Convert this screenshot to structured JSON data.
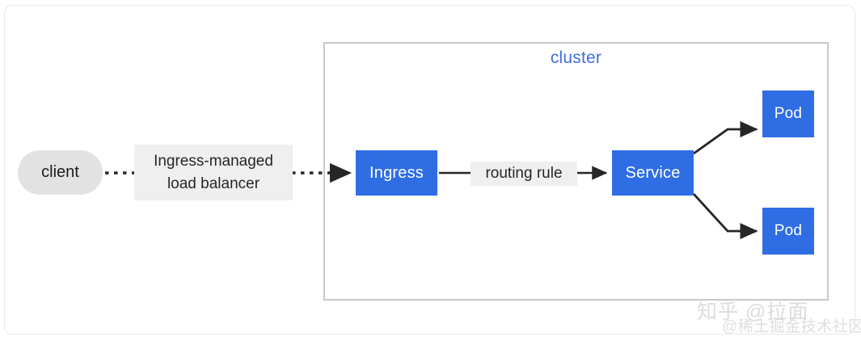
{
  "diagram": {
    "title": "Kubernetes Ingress routing diagram",
    "cluster": {
      "label": "cluster",
      "label_color": "#3f6fd8",
      "border_color": "#c9c9c9"
    },
    "nodes": {
      "client": {
        "label": "client",
        "fill": "#e2e2e2",
        "text_color": "#1c1c1c",
        "shape": "pill"
      },
      "ingress": {
        "label": "Ingress",
        "fill": "#2f6de4",
        "text_color": "#ffffff",
        "shape": "rect"
      },
      "service": {
        "label": "Service",
        "fill": "#2f6de4",
        "text_color": "#ffffff",
        "shape": "rect"
      },
      "pod_top": {
        "label": "Pod",
        "fill": "#2f6de4",
        "text_color": "#ffffff",
        "shape": "rect"
      },
      "pod_bottom": {
        "label": "Pod",
        "fill": "#2f6de4",
        "text_color": "#ffffff",
        "shape": "rect"
      }
    },
    "edges": {
      "client_to_ingress": {
        "label_line1": "Ingress-managed",
        "label_line2": "load balancer",
        "style": "dotted",
        "label_background": "#efefef"
      },
      "ingress_to_service": {
        "label": "routing rule",
        "style": "solid",
        "label_background": "#efefef"
      },
      "service_to_pod_top": {
        "label": "",
        "style": "solid"
      },
      "service_to_pod_bottom": {
        "label": "",
        "style": "solid"
      }
    },
    "stroke_color": "#262626"
  },
  "watermark": {
    "line1": "知乎 @拉面",
    "line2": "@稀土掘金技术社区",
    "color": "#dcdcdc"
  }
}
